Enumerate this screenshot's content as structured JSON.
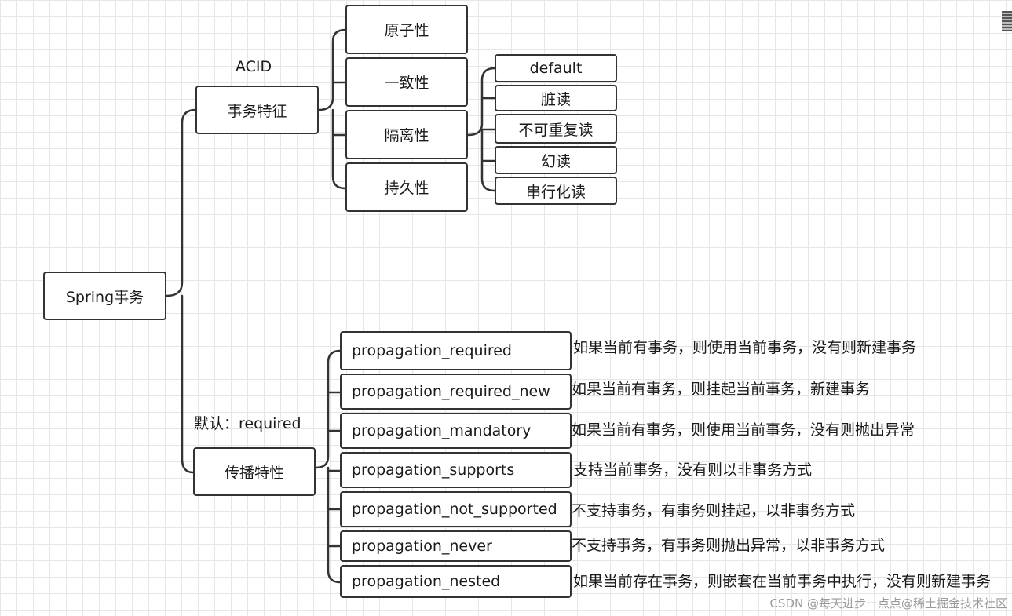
{
  "root": {
    "label": "Spring事务"
  },
  "acid_annotation": "ACID",
  "default_annotation": "默认：required",
  "features": {
    "label": "事务特征",
    "items": [
      "原子性",
      "一致性",
      "隔离性",
      "持久性"
    ]
  },
  "isolation_levels": [
    "default",
    "脏读",
    "不可重复读",
    "幻读",
    "串行化读"
  ],
  "propagation": {
    "label": "传播特性",
    "items": [
      {
        "name": "propagation_required",
        "desc": "如果当前有事务，则使用当前事务，没有则新建事务"
      },
      {
        "name": "propagation_required_new",
        "desc": "如果当前有事务，则挂起当前事务，新建事务"
      },
      {
        "name": "propagation_mandatory",
        "desc": "如果当前有事务，则使用当前事务，没有则抛出异常"
      },
      {
        "name": "propagation_supports",
        "desc": "支持当前事务，没有则以非事务方式"
      },
      {
        "name": "propagation_not_supported",
        "desc": "不支持事务，有事务则挂起，以非事务方式"
      },
      {
        "name": "propagation_never",
        "desc": "不支持事务，有事务则抛出异常，以非事务方式"
      },
      {
        "name": "propagation_nested",
        "desc": "如果当前存在事务，则嵌套在当前事务中执行，没有则新建事务"
      }
    ]
  },
  "watermark": "CSDN @每天进步一点点@稀土掘金技术社区",
  "colors": {
    "line": "#333333",
    "grid": "#e6e6e6",
    "text": "#1a1a1a"
  }
}
